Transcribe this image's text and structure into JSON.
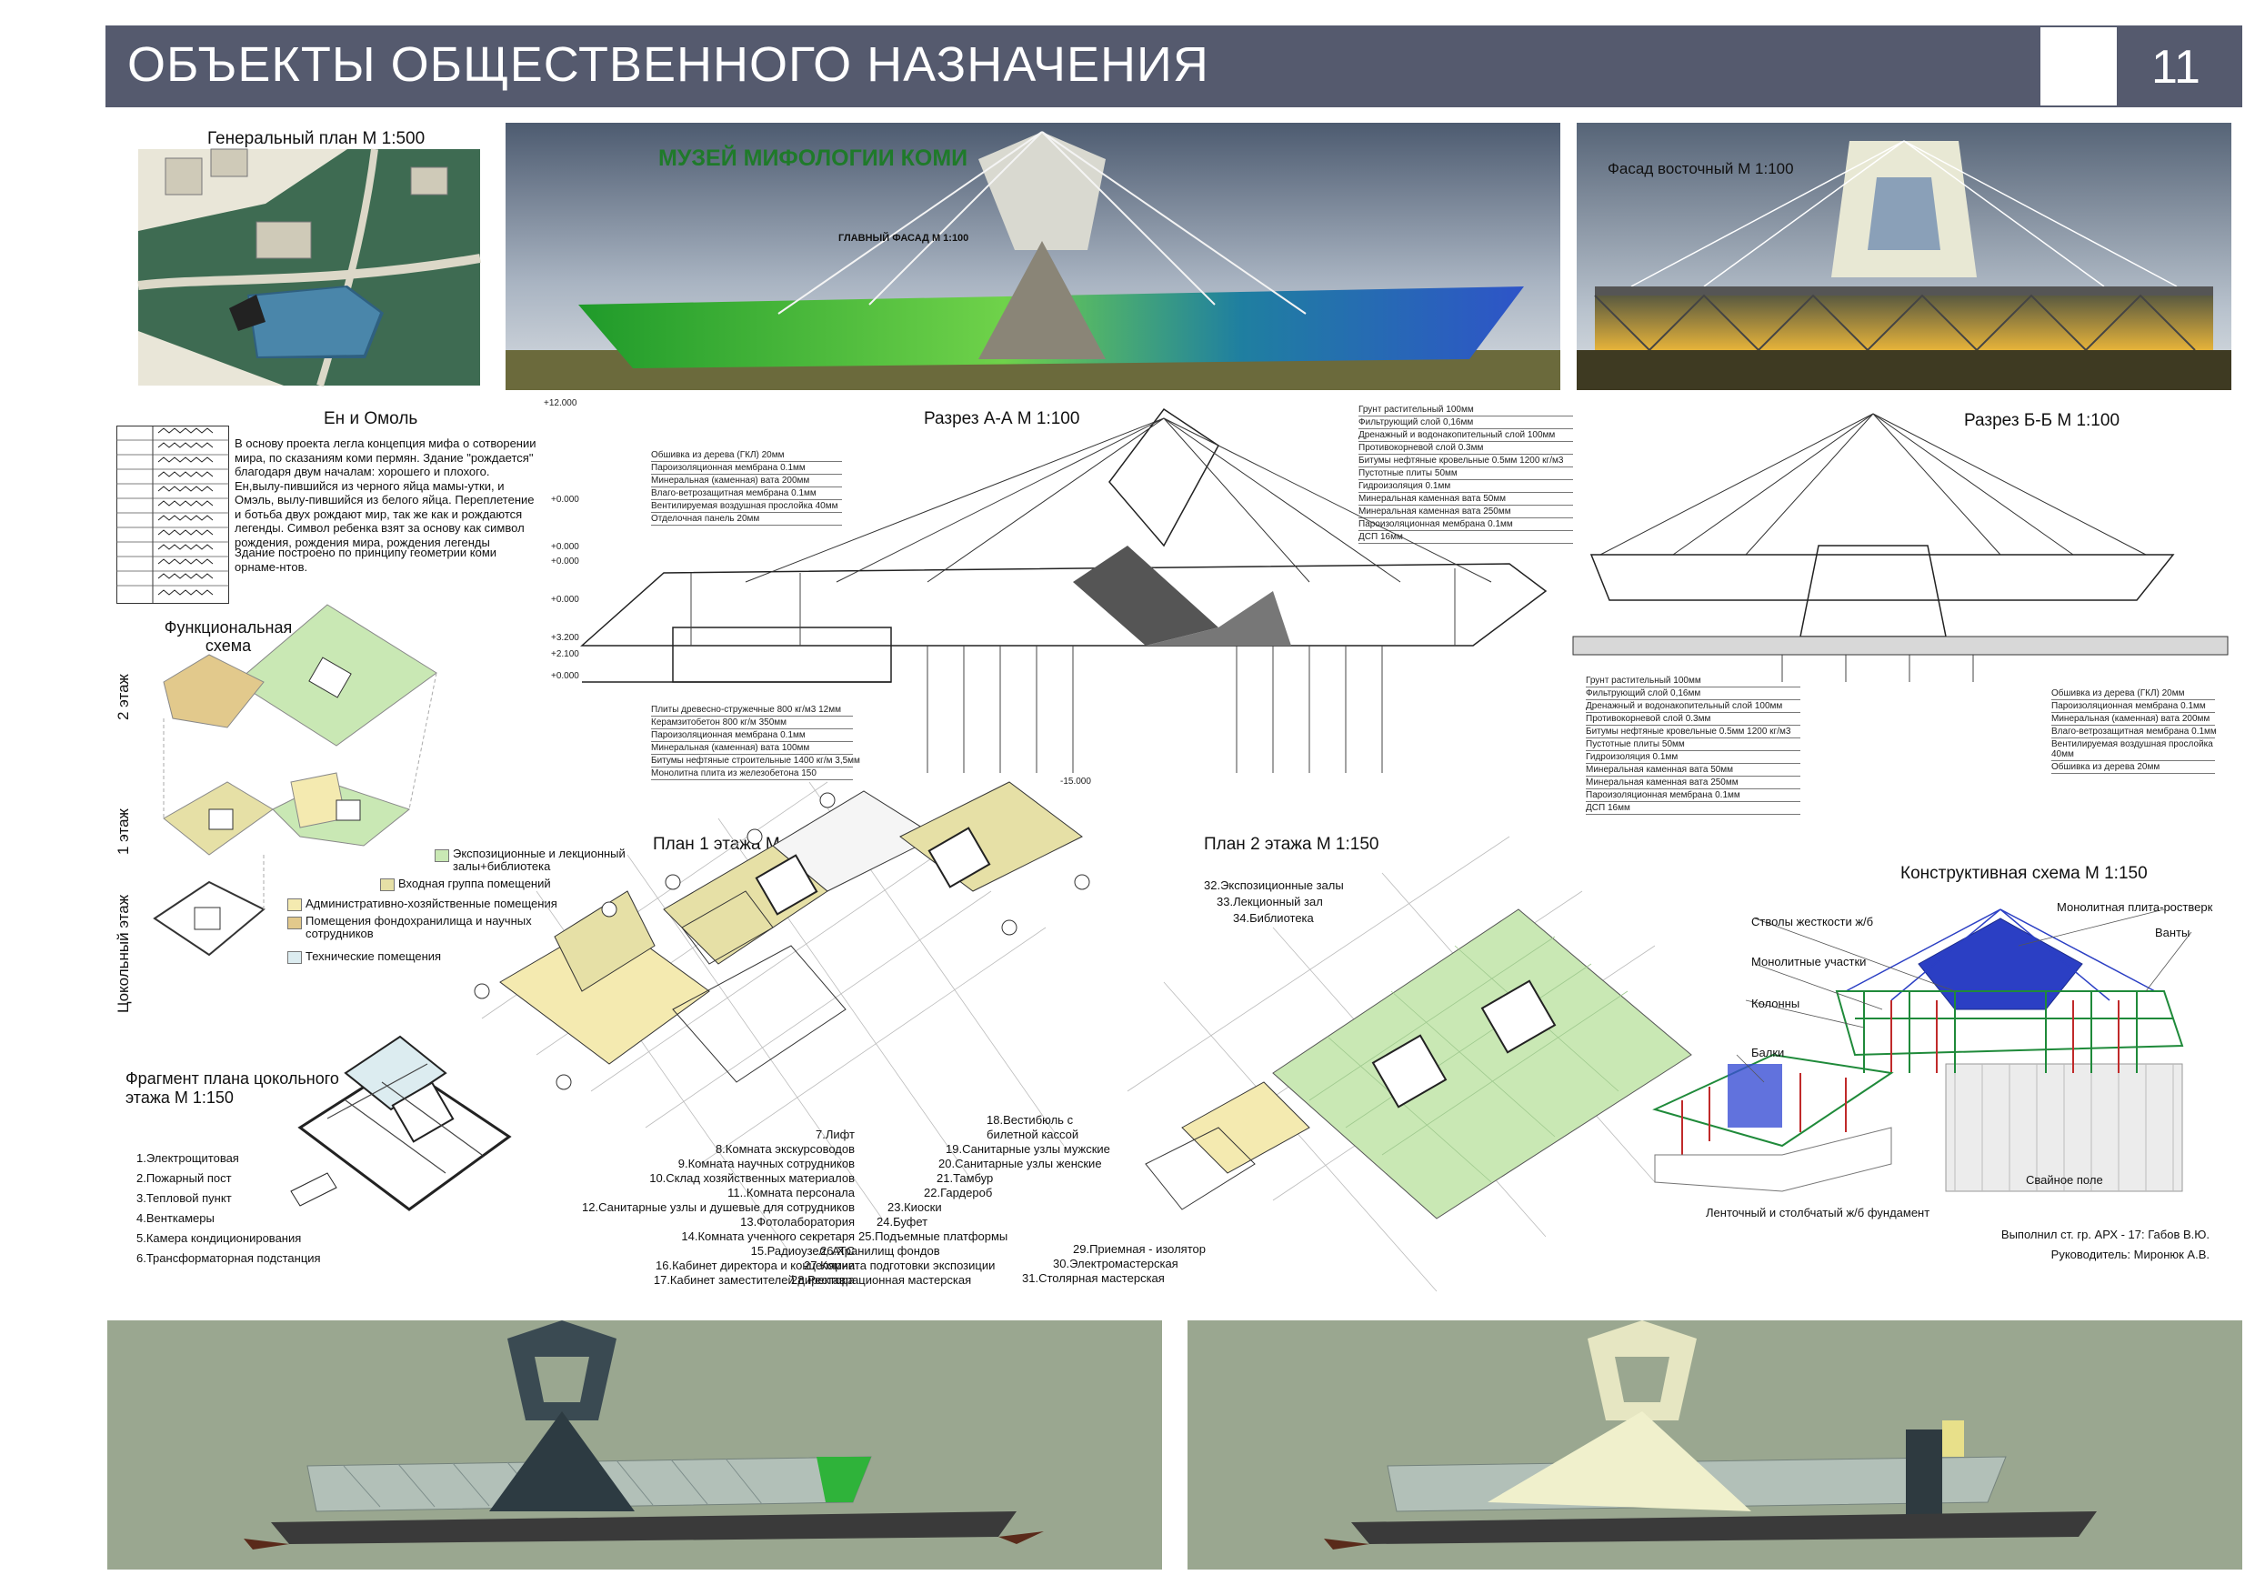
{
  "header": {
    "title": "ОБЪЕКТЫ ОБЩЕСТВЕННОГО НАЗНАЧЕНИЯ",
    "page_number": "11"
  },
  "colors": {
    "header_bg": "#555a6e",
    "green_zone": "#c9e8b4",
    "yellow_zone": "#e6e0a6",
    "admin_zone": "#f4eab0",
    "storage_zone": "#e2c98c",
    "tech_zone": "#dcecf0",
    "glass_green": "#2fb33a",
    "render_bg": "#9aa790"
  },
  "site_plan": {
    "title": "Генеральный план М 1:500"
  },
  "main_facade": {
    "museum_title": "МУЗЕЙ МИФОЛОГИИ КОМИ",
    "caption": "ГЛАВНЫЙ ФАСАД М 1:100"
  },
  "east_facade": {
    "caption": "Фасад восточный М 1:100"
  },
  "legend_myth": {
    "title": "Ен и Омоль",
    "text": "В основу проекта легла концепция мифа о сотворении мира, по сказаниям коми пермян. Здание \"рождается\" благодаря двум началам: хорошего и плохого. Ен,вылу-пившийся из черного яйца мамы-утки, и Омэль, вылу-пившийся из белого яйца. Переплетение и ботьба двух рождают мир, так же как и рождаются легенды. Символ ребенка взят за основу как символ рождения, рождения мира, рождения легенды",
    "text2": "Здание построено по принципу геометрии коми орнаме-нтов."
  },
  "functional_scheme": {
    "title": "Функциональная схема",
    "floors": [
      "2 этаж",
      "1 этаж",
      "Цокольный этаж"
    ],
    "legend": [
      {
        "label": "Экспозиционные и лекционный залы+библиотека",
        "color": "#c9e8b4"
      },
      {
        "label": "Входная группа помещений",
        "color": "#e6e0a6"
      },
      {
        "label": "Административно-хозяйственные помещения",
        "color": "#f4eab0"
      },
      {
        "label": "Помещения фондохранилища и научных сотрудников",
        "color": "#e2c98c"
      },
      {
        "label": "Технические помещения",
        "color": "#dcecf0"
      }
    ]
  },
  "section_aa": {
    "title": "Разрез А-А  М 1:100",
    "levels": [
      "+12.000",
      "+0.000",
      "+0.000",
      "+0.000",
      "+0.000",
      "+3.200",
      "+2.100",
      "+0.000",
      "-15.000"
    ],
    "layers_top": [
      "Обшивка из дерева (ГКЛ) 20мм",
      "Пароизоляционная мембрана 0.1мм",
      "Минеральная (каменная) вата 200мм",
      "Влаго-ветрозащитная мембрана 0.1мм",
      "Вентилируемая воздушная прослойка 40мм",
      "Отделочная панель 20мм"
    ],
    "layers_roof": [
      "Грунт растительный 100мм",
      "Фильтрующий слой 0,16мм",
      "Дренажный и водонакопительный слой 100мм",
      "Противокорневой слой 0.3мм",
      "Битумы нефтяные кровельные 0.5мм 1200 кг/м3",
      "Пустотные плиты 50мм",
      "Гидроизоляция 0.1мм",
      "Минеральная каменная вата 50мм",
      "Минеральная каменная вата 250мм",
      "Пароизоляционная мембрана 0.1мм",
      "ДСП 16мм"
    ],
    "layers_floor": [
      "Плиты древесно-стружечные 800 кг/м3 12мм",
      "Керамзитобетон 800 кг/м 350мм",
      "Пароизоляционная мембрана 0.1мм",
      "Минеральная (каменная) вата 100мм",
      "Битумы нефтяные строительные 1400 кг/м 3,5мм",
      "Монолитна плита из железобетона 150"
    ]
  },
  "section_bb": {
    "title": "Разрез Б-Б  М 1:100",
    "layers_left": [
      "Грунт растительный 100мм",
      "Фильтрующий слой 0,16мм",
      "Дренажный и водонакопительный слой 100мм",
      "Противокорневой слой 0.3мм",
      "Битумы нефтяные кровельные 0.5мм 1200 кг/м3",
      "Пустотные плиты 50мм",
      "Гидроизоляция 0.1мм",
      "Минеральная каменная вата 50мм",
      "Минеральная каменная вата 250мм",
      "Пароизоляционная мембрана 0.1мм",
      "ДСП 16мм"
    ],
    "layers_right": [
      "Обшивка из дерева (ГКЛ) 20мм",
      "Пароизоляционная мембрана 0.1мм",
      "Минеральная (каменная) вата 200мм",
      "Влаго-ветрозащитная мембрана 0.1мм",
      "Вентилируемая воздушная прослойка 40мм",
      "Обшивка из дерева 20мм"
    ]
  },
  "plan1": {
    "title": "План 1 этажа М 1:150"
  },
  "plan2": {
    "title": "План 2 этажа М 1:150",
    "rooms": [
      "32.Экспозиционные залы",
      "33.Лекционный зал",
      "34.Библиотека"
    ]
  },
  "structural": {
    "title": "Конструктивная схема М 1:150",
    "labels": [
      "Стволы жесткости ж/б",
      "Монолитная плита-ростверк",
      "Ванты",
      "Монолитные участки",
      "Колонны",
      "Балки",
      "Свайное поле",
      "Ленточный и столбчатый ж/б фундамент"
    ]
  },
  "basement": {
    "title": "Фрагмент плана цокольного этажа М 1:150",
    "rooms": [
      "1.Электрощитовая",
      "2.Пожарный пост",
      "3.Тепловой пункт",
      "4.Венткамеры",
      "5.Камера кондиционирования",
      "6.Трансформаторная подстанция"
    ]
  },
  "rooms_list": {
    "col1": [
      "7.Лифт",
      "8.Комната экскурсоводов",
      "9.Комната научных сотрудников",
      "10.Склад хозяйственных материалов",
      "11..Комната персонала",
      "12.Санитарные узлы и душевые для сотрудников",
      "13.Фотолаборатория",
      "14.Комната ученного секретаря",
      "15.Радиоузел, АТС",
      "16.Кабинет директора и концелярии",
      "17.Кабинет заместителей директора"
    ],
    "col2": [
      "18.Вестибюль с билетной кассой",
      "19.Санитарные узлы мужские",
      "20.Санитарные узлы женские",
      "21.Тамбур",
      "22.Гардероб",
      "23.Киоски",
      "24.Буфет",
      "25.Подъемные платформы",
      "26.Хранилищ фондов",
      "27.Комната подготовки экспозиции",
      "28.Реставрационная мастерская"
    ],
    "col3": [
      "29.Приемная - изолятор",
      "30.Электромастерская",
      "31.Столярная мастерская"
    ]
  },
  "credits": {
    "author": "Выполнил ст. гр. АРХ - 17: Габов В.Ю.",
    "supervisor": "Руководитель: Миронюк А.В."
  }
}
